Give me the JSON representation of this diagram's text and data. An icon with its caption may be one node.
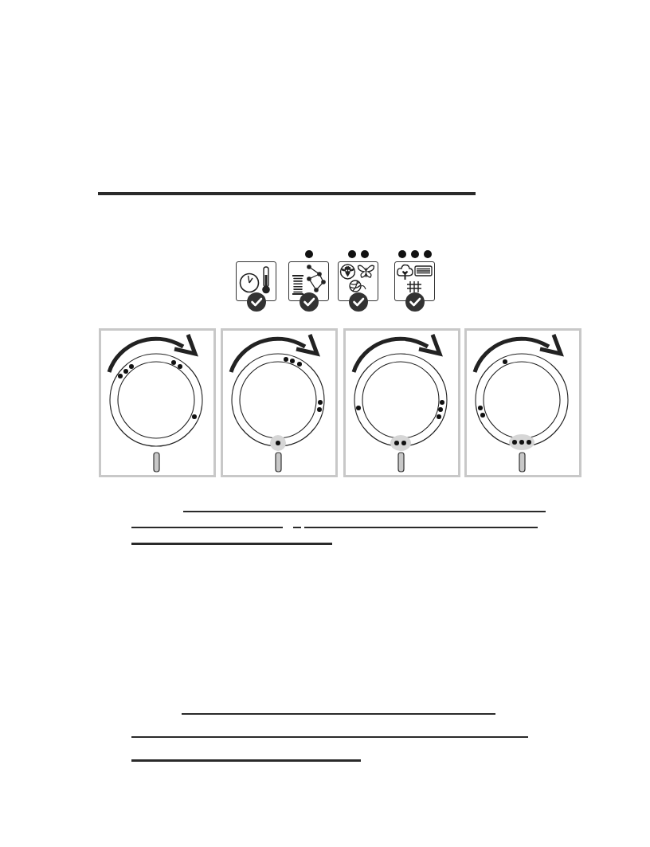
{
  "diagram": {
    "nodes": [
      {
        "text": [],
        "shape": "picture"
      },
      {
        "text": [],
        "shape": "picture"
      },
      {
        "text": [],
        "shape": "picture"
      },
      {
        "text": [],
        "shape": "picture"
      },
      {
        "text": [],
        "shape": "picture"
      },
      {
        "text": [],
        "shape": "picture"
      },
      {
        "text": [],
        "shape": "picture"
      },
      {
        "text": [],
        "shape": "picture"
      }
    ]
  }
}
